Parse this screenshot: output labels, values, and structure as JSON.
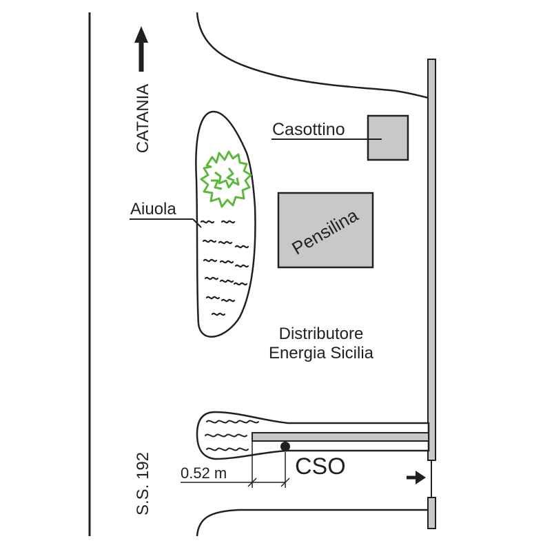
{
  "diagram": {
    "direction_label": "CATANIA",
    "road_label": "S.S. 192",
    "labels": {
      "casottino": "Casottino",
      "pensilina": "Pensilina",
      "aiuola": "Aiuola",
      "distributore_line1": "Distributore",
      "distributore_line2": "Energia  Sicilia",
      "cso": "CSO",
      "distance": "0.52 m"
    },
    "colors": {
      "line": "#231f20",
      "building_fill": "#c8c8c8",
      "tree": "#5cb83a",
      "background": "#ffffff"
    }
  }
}
